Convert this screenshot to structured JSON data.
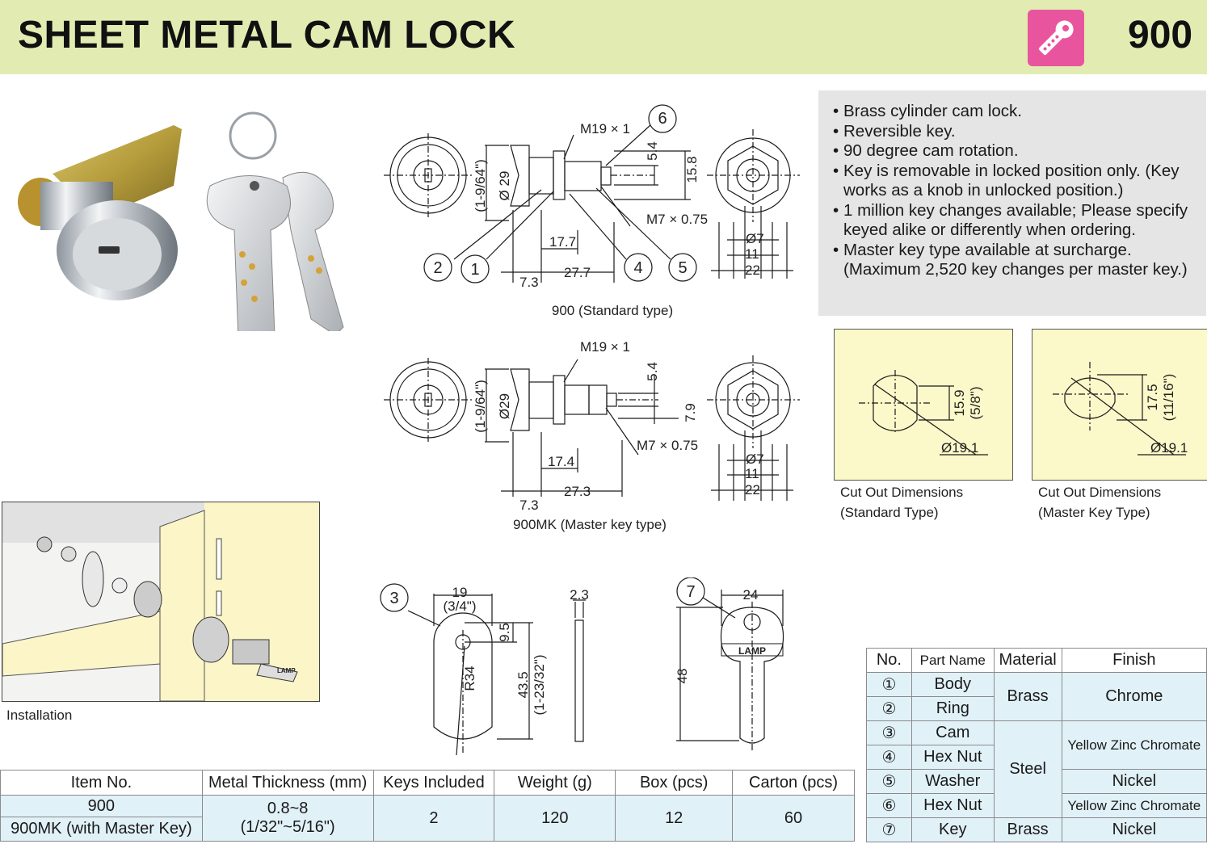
{
  "header": {
    "title": "SHEET METAL CAM LOCK",
    "model": "900",
    "badge_color": "#e8559e"
  },
  "features": [
    "Brass cylinder cam lock.",
    "Reversible key.",
    "90 degree cam rotation.",
    "Key is removable in locked position only. (Key works as a knob in unlocked position.)",
    "1 million key changes available; Please specify keyed alike or differently when ordering.",
    "Master key type available at surcharge. (Maximum 2,520 key changes per master key.)"
  ],
  "drawings": {
    "standard": {
      "caption": "900 (Standard type)",
      "dims": {
        "thread": "M19 × 1",
        "dia": "Ø 29",
        "dia_in": "(1-9/64\")",
        "d54": "5.4",
        "d158": "15.8",
        "m7": "M7 × 0.75",
        "d177": "17.7",
        "d277": "27.7",
        "d73": "7.3",
        "o7": "Ø7",
        "d11": "11",
        "d22": "22"
      },
      "callouts": [
        "1",
        "2",
        "4",
        "5",
        "6"
      ]
    },
    "master": {
      "caption": "900MK (Master key type)",
      "dims": {
        "thread": "M19 × 1",
        "dia": "Ø29",
        "dia_in": "(1-9/64\")",
        "d54": "5.4",
        "d79": "7.9",
        "m7": "M7 × 0.75",
        "d174": "17.4",
        "d273": "27.3",
        "d73": "7.3",
        "o7": "Ø7",
        "d11": "11",
        "d22": "22"
      }
    },
    "cam": {
      "callout": "3",
      "w": "19",
      "w_in": "(3/4\")",
      "d95": "9.5",
      "r34": "R34",
      "d435": "43.5",
      "d435_in": "(1-23/32\")",
      "t23": "2.3"
    },
    "key": {
      "callout": "7",
      "w": "24",
      "h": "48",
      "brand": "LAMP"
    }
  },
  "cutouts": [
    {
      "h": "15.9",
      "h_in": "(5/8\")",
      "dia": "Ø19.1",
      "caption_1": "Cut Out Dimensions",
      "caption_2": "(Standard Type)"
    },
    {
      "h": "17.5",
      "h_in": "(11/16\")",
      "dia": "Ø19.1",
      "caption_1": "Cut Out Dimensions",
      "caption_2": "(Master Key Type)"
    }
  ],
  "installation": {
    "label": "Installation",
    "key_brand": "LAMP"
  },
  "parts_table": {
    "headers": [
      "No.",
      "Part Name",
      "Material",
      "Finish"
    ],
    "rows": [
      {
        "no": "①",
        "part": "Body"
      },
      {
        "no": "②",
        "part": "Ring"
      },
      {
        "no": "③",
        "part": "Cam"
      },
      {
        "no": "④",
        "part": "Hex Nut"
      },
      {
        "no": "⑤",
        "part": "Washer"
      },
      {
        "no": "⑥",
        "part": "Hex Nut"
      },
      {
        "no": "⑦",
        "part": "Key"
      }
    ],
    "materials": [
      "Brass",
      "Steel",
      "Brass"
    ],
    "finishes": [
      "Chrome",
      "Yellow Zinc Chromate",
      "Nickel",
      "Yellow Zinc Chromate",
      "Nickel"
    ]
  },
  "spec_table": {
    "headers": [
      "Item No.",
      "Metal Thickness (mm)",
      "Keys Included",
      "Weight (g)",
      "Box (pcs)",
      "Carton (pcs)"
    ],
    "item_1": "900",
    "item_2": "900MK (with Master Key)",
    "thickness": "0.8~8",
    "thickness_in": "(1/32\"~5/16\")",
    "keys": "2",
    "weight": "120",
    "box": "12",
    "carton": "60"
  }
}
